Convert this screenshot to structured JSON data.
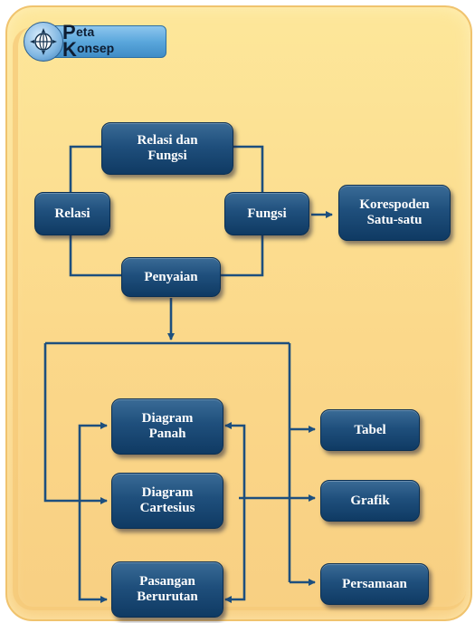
{
  "badge": {
    "icon": "globe-compass-icon",
    "p_letter": "P",
    "p_rest": "eta",
    "k_letter": "K",
    "k_rest": "onsep"
  },
  "nodes": {
    "relasi_fungsi": "Relasi dan\nFungsi",
    "relasi": "Relasi",
    "fungsi": "Fungsi",
    "korespondensi": "Korespoden\nSatu-satu",
    "penyajian": "Penyaian",
    "diagram_panah": "Diagram\nPanah",
    "diagram_cartesius": "Diagram\nCartesius",
    "pasangan_berurutan": "Pasangan\nBerurutan",
    "tabel": "Tabel",
    "grafik": "Grafik",
    "persamaan": "Persamaan"
  },
  "colors": {
    "card_fill": "#fbd88a",
    "node_fill": "#1f4f7c",
    "connector": "#1d4f7e"
  }
}
